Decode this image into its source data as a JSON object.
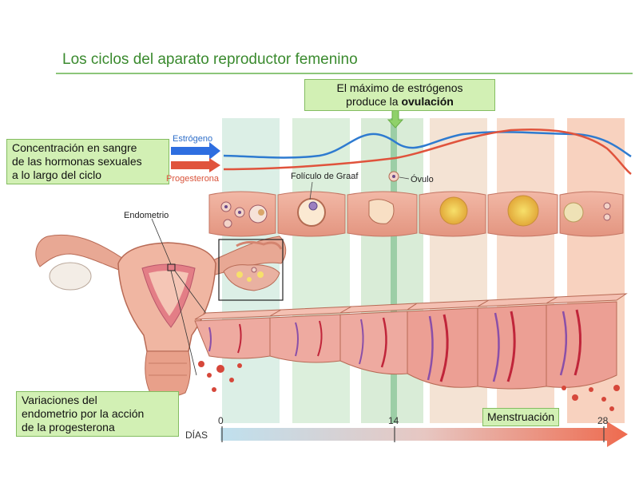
{
  "title": "Los ciclos del aparato reproductor femenino",
  "callouts": {
    "ovulation_line1": "El máximo de estrógenos",
    "ovulation_line2_prefix": "produce la ",
    "ovulation_line2_bold": "ovulación",
    "hormones_line1": "Concentración en sangre",
    "hormones_line2": "de las hormonas sexuales",
    "hormones_line3": "a lo largo del ciclo",
    "endometrium_line1": "Variaciones del",
    "endometrium_line2": "endometrio por la acción",
    "endometrium_line3": "de la progesterona",
    "menstruation": "Menstruación"
  },
  "labels": {
    "estrogen": "Estrógeno",
    "progesterone": "Progesterona",
    "graaf_follicle": "Folículo de Graaf",
    "ovum": "Óvulo",
    "endometrium": "Endometrio"
  },
  "timeline": {
    "axis_label": "DÍAS",
    "ticks": [
      "0",
      "14",
      "28"
    ]
  },
  "colors": {
    "estrogen": "#2e7bd0",
    "progesterone": "#e0533c",
    "callout_bg": "#d2f0b4",
    "title": "#3a8a2e",
    "tissue": "#e9a592",
    "ovulation_band": "#8cc79a"
  }
}
